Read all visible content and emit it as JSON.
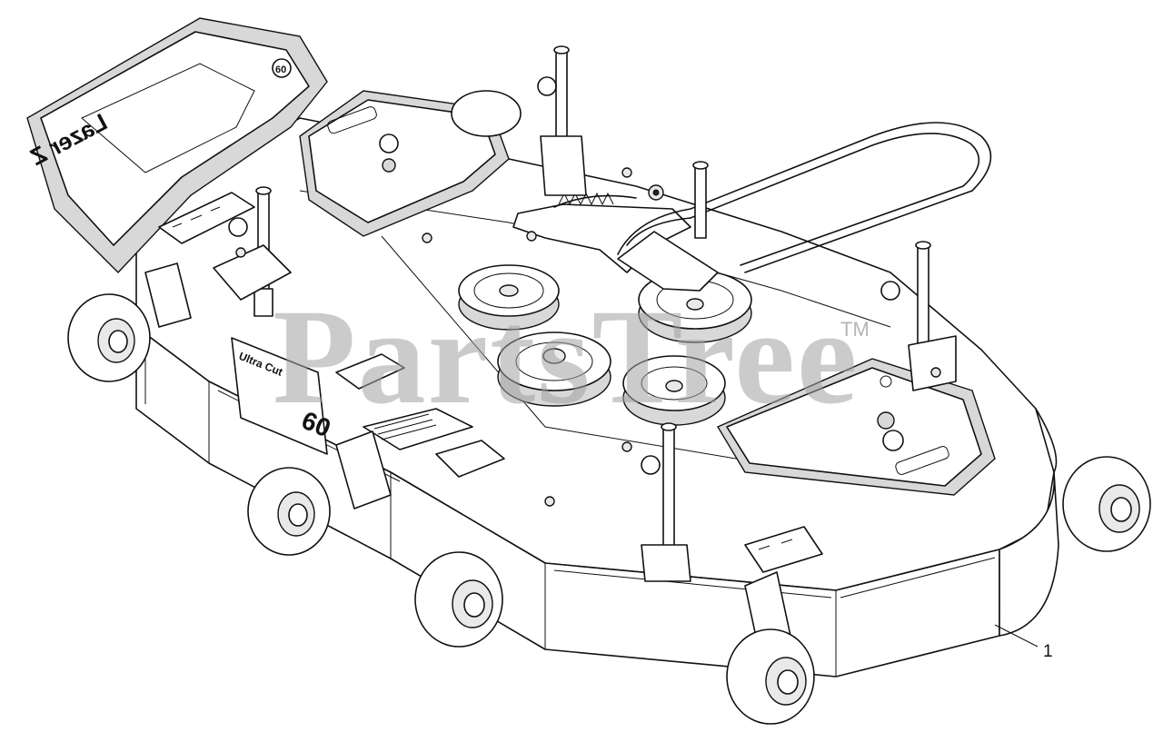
{
  "watermark": {
    "brand": "PartsTree",
    "trademark": "TM"
  },
  "callouts": [
    {
      "label": "1"
    }
  ],
  "deck_logo": "Ultra Cut",
  "housing_logo": "Lazer Z",
  "size_badge": "60",
  "colors": {
    "line": "#111111",
    "watermark": "#a0a0a0",
    "background": "#ffffff"
  }
}
